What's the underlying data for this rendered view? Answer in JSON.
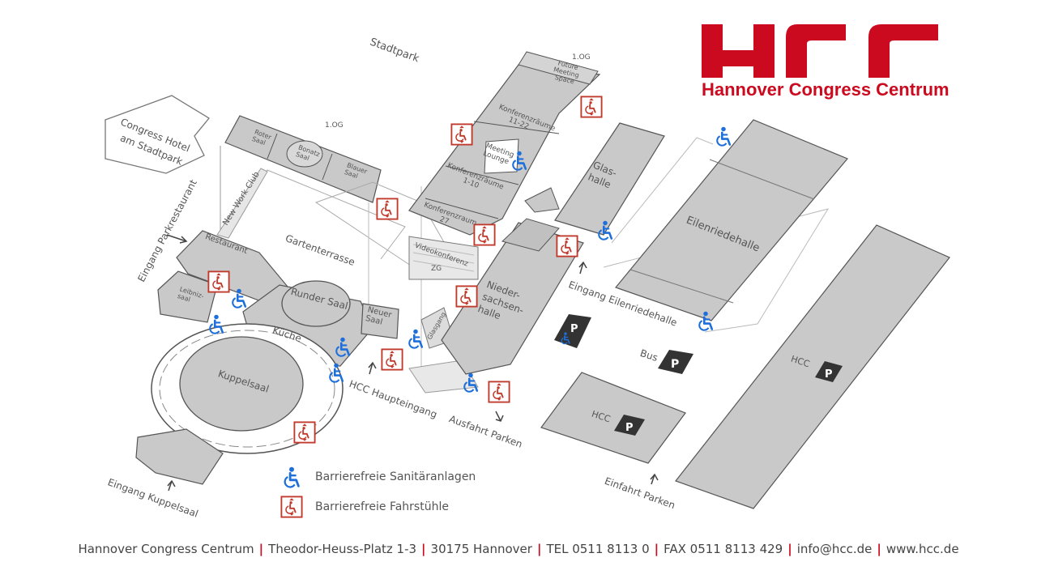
{
  "brand": {
    "logo_letters": "HCC",
    "name": "Hannover Congress Centrum",
    "red": "#cc0a1f"
  },
  "map": {
    "stadtpark": "Stadtpark",
    "hotel_line1": "Congress Hotel",
    "hotel_line2": "am Stadtpark",
    "og_1a": "1.OG",
    "og_1b": "1.OG",
    "roter_saal": "Roter Saal",
    "bonatz_saal": "Bonatz Saal",
    "blauer_saal": "Blauer Saal",
    "future_meeting": "Future Meeting Space",
    "konferenz_11_22": "Konferenzräume 11-22",
    "meeting_lounge": "Meeting Lounge",
    "konferenz_1_10": "Konferenzräume 1-10",
    "konferenz_27": "Konferenzraum 27",
    "videokonferenz": "Videokonferenz",
    "zg": "ZG",
    "new_work_club": "New Work Club",
    "gartenterrasse": "Gartenterrasse",
    "restaurant": "Restaurant",
    "eingang_parkrestaurant": "Eingang Parkrestaurant",
    "leibniz_saal": "Leibniz-saal",
    "runder_saal": "Runder Saal",
    "kueche": "Küche",
    "kuppelsaal": "Kuppelsaal",
    "neuer_saal": "Neuer Saal",
    "glasgang": "Glasgang",
    "niedersachsenhalle": "Nieder-sachsen-halle",
    "glashalle": "Glas-halle",
    "eilenriedehalle": "Eilenriedehalle",
    "eingang_eilenriedehalle": "Eingang Eilenriedehalle",
    "hcc_haupteingang": "HCC Haupteingang",
    "ausfahrt_parken": "Ausfahrt Parken",
    "einfahrt_parken": "Einfahrt Parken",
    "eingang_kuppelsaal": "Eingang Kuppelsaal",
    "bus": "Bus",
    "hcc_p1": "HCC",
    "hcc_p2": "HCC",
    "parking_symbol": "P",
    "icon_colors": {
      "wheelchair": "#1e6fd9",
      "elevator": "#c0392b"
    }
  },
  "legend": {
    "sanitaer": "Barrierefreie Sanitäranlagen",
    "fahrstuehle": "Barrierefreie Fahrstühle"
  },
  "footer": {
    "name": "Hannover Congress Centrum",
    "address": "Theodor-Heuss-Platz 1-3",
    "city": "30175 Hannover",
    "tel": "TEL 0511 8113 0",
    "fax": "FAX 0511 8113 429",
    "email": "info@hcc.de",
    "web": "www.hcc.de"
  }
}
